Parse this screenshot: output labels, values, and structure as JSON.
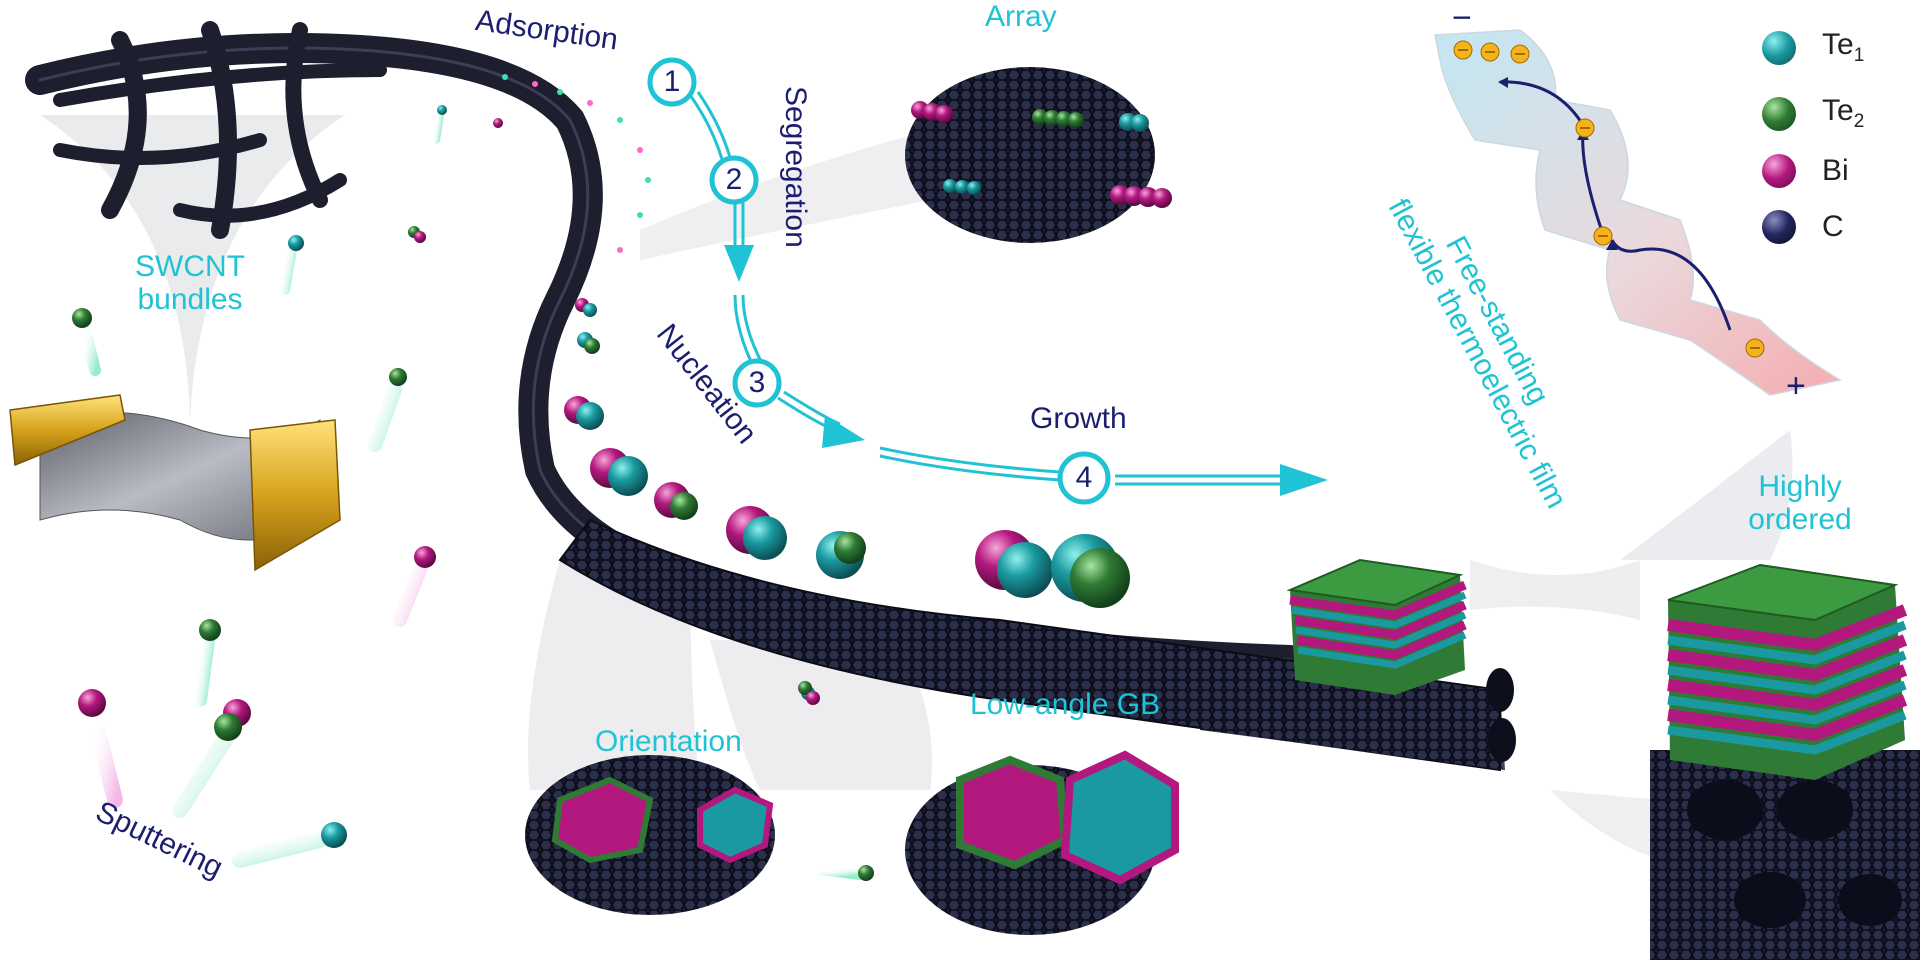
{
  "labels": {
    "adsorption": "Adsorption",
    "segregation": "Segregation",
    "nucleation": "Nucleation",
    "growth": "Growth",
    "array": "Array",
    "swcnt_bundles_line1": "SWCNT",
    "swcnt_bundles_line2": "bundles",
    "orientation": "Orientation",
    "low_angle_gb": "Low-angle GB",
    "sputtering": "Sputtering",
    "highly_ordered_line1": "Highly",
    "highly_ordered_line2": "ordered",
    "film_line1": "Free-standing",
    "film_line2": "flexible thermoelectric film",
    "minus": "−",
    "plus": "+"
  },
  "steps": [
    "1",
    "2",
    "3",
    "4"
  ],
  "legend": [
    {
      "element": "Te",
      "subscript": "1",
      "color": "#1a8f95"
    },
    {
      "element": "Te",
      "subscript": "2",
      "color": "#2f7a34"
    },
    {
      "element": "Bi",
      "subscript": "",
      "color": "#b3187f"
    },
    {
      "element": "C",
      "subscript": "",
      "color": "#161a45"
    }
  ],
  "colors": {
    "label_teal": "#1fc3d3",
    "label_navy": "#1b1f6e",
    "arrow": "#1fc3d3",
    "nanotube": "#1d1f2e",
    "te1": "#1a8f95",
    "te2": "#2f7a34",
    "bi": "#b3187f",
    "electrode": "#d6a21c"
  }
}
